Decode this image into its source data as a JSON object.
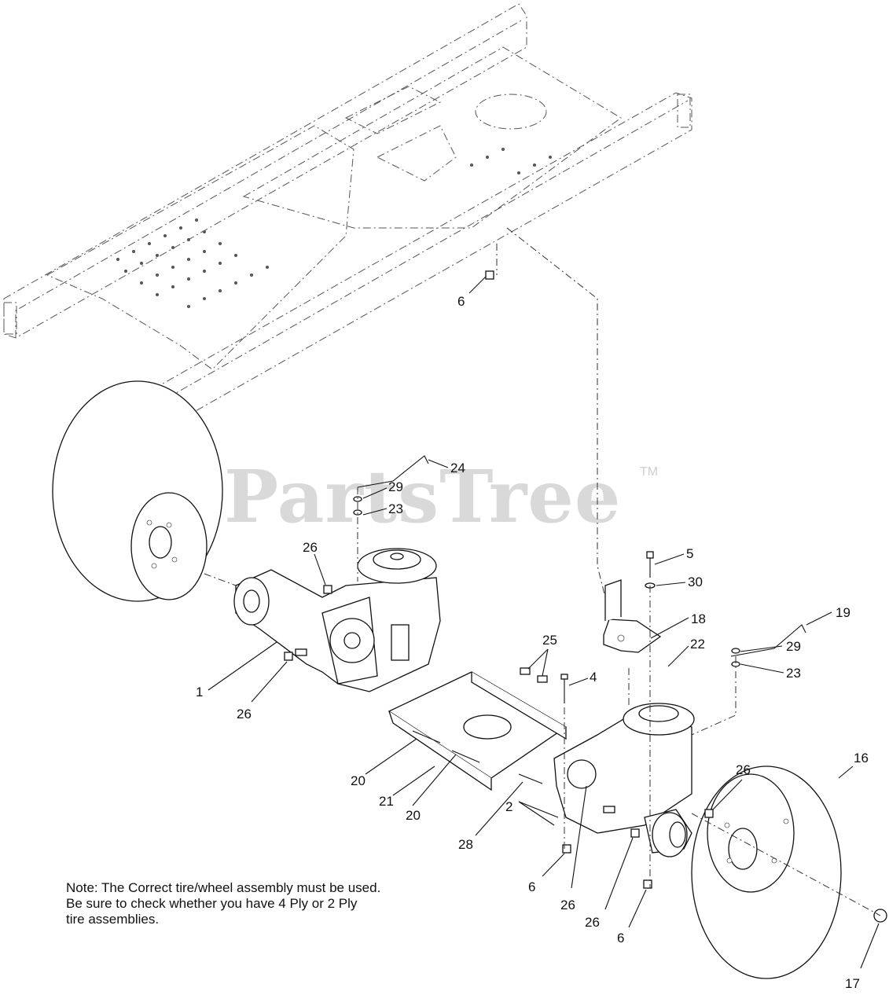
{
  "watermark": {
    "text": "PartsTree",
    "tm": "TM"
  },
  "note": {
    "lines": [
      "Note: The Correct tire/wheel assembly must be used.",
      "Be sure to check whether you have 4 Ply or 2 Ply",
      "tire assemblies."
    ]
  },
  "callouts": [
    "6",
    "24",
    "29",
    "23",
    "26",
    "5",
    "30",
    "18",
    "19",
    "22",
    "29",
    "23",
    "25",
    "4",
    "1",
    "26",
    "16",
    "26",
    "20",
    "21",
    "20",
    "28",
    "2",
    "6",
    "26",
    "26",
    "6",
    "17"
  ]
}
